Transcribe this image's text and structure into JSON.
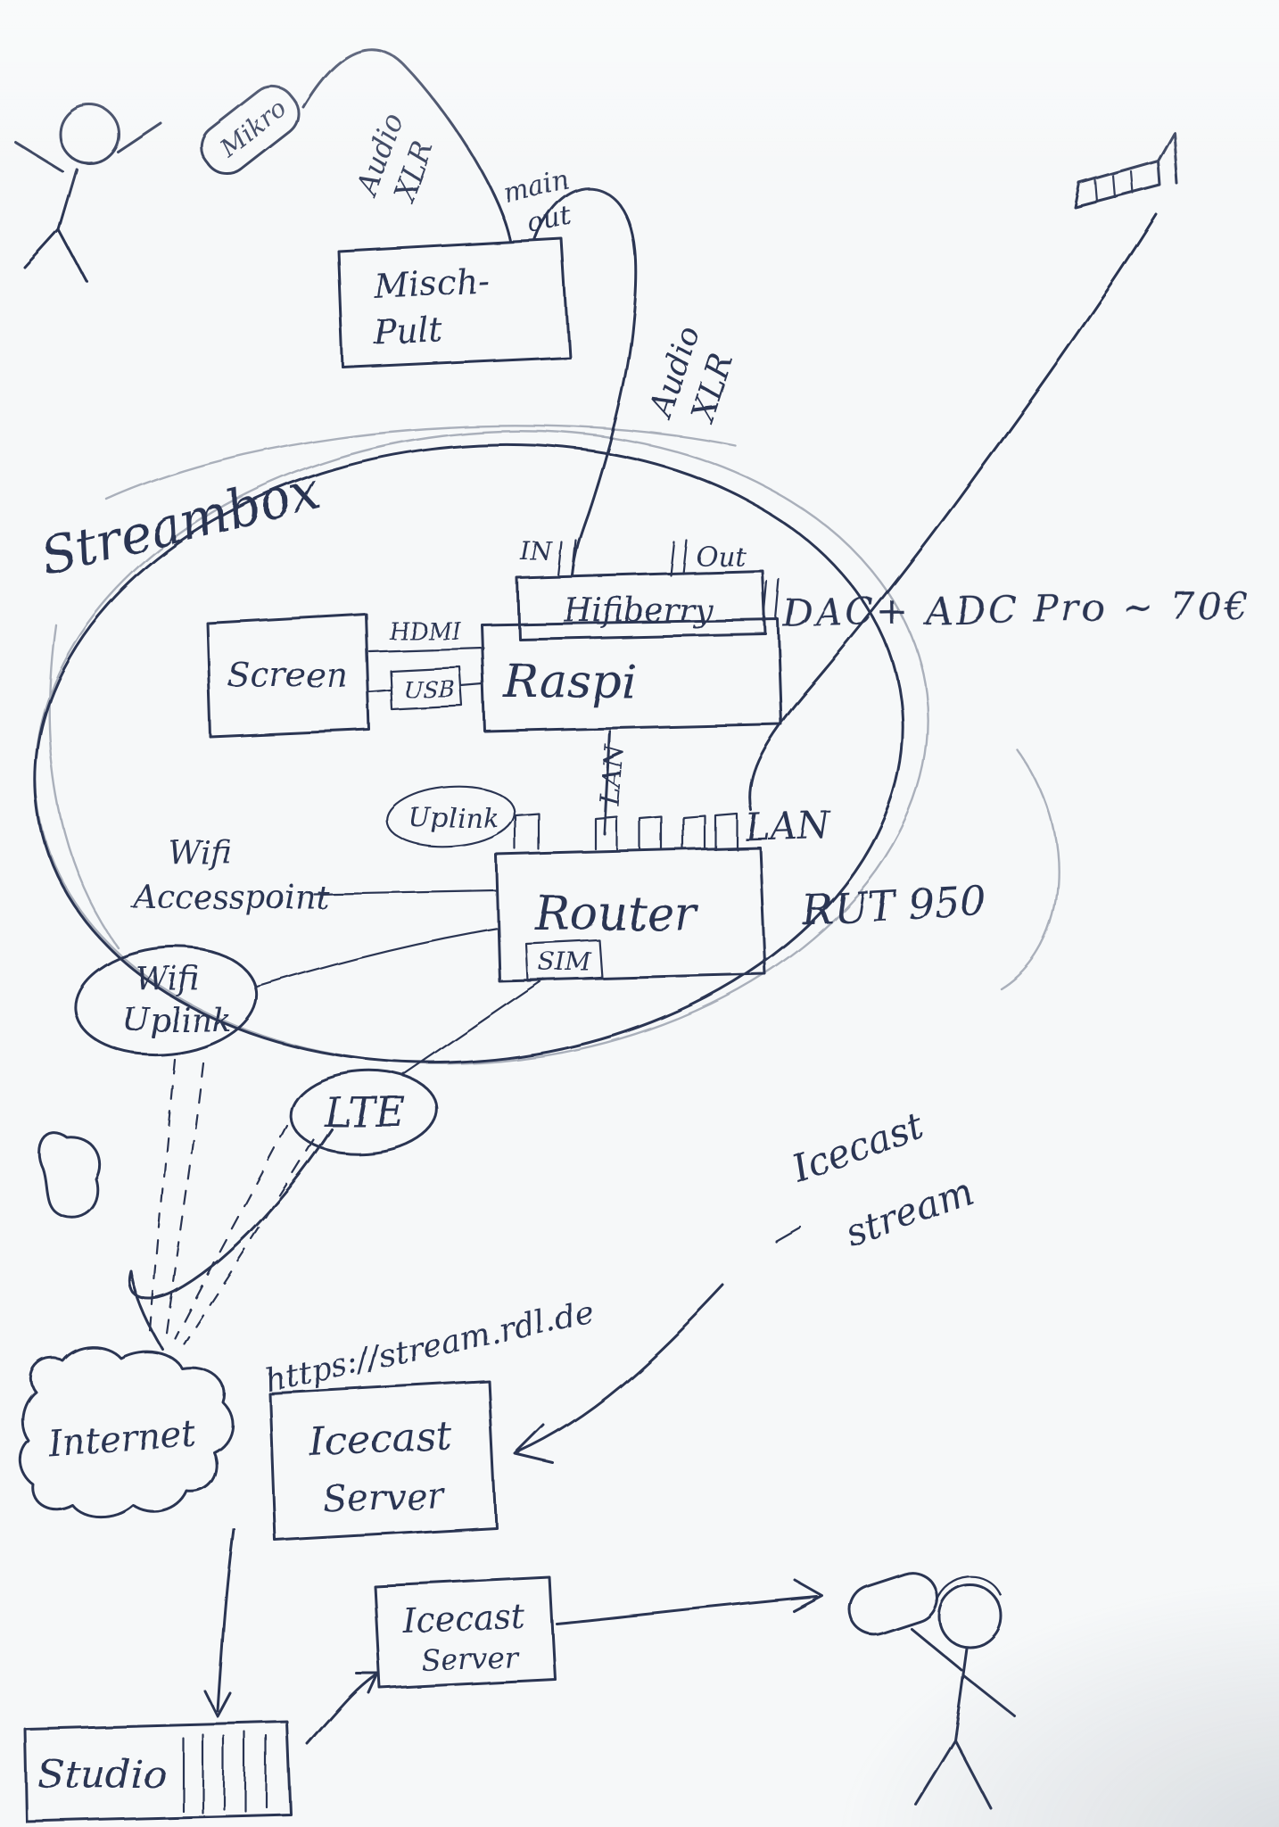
{
  "colors": {
    "ink": "#2c3552",
    "pencil": "#aab0bb",
    "paper": "#f6f8f9"
  },
  "labels": {
    "mikro": "Mikro",
    "audio_xlr_1_line1": "Audio",
    "audio_xlr_1_line2": "XLR",
    "mischpult_line1": "Misch-",
    "mischpult_line2": "Pult",
    "main_out_line1": "main",
    "main_out_line2": "out",
    "audio_xlr_2_line1": "Audio",
    "audio_xlr_2_line2": "XLR",
    "streambox": "Streambox",
    "hifiberry_in": "IN",
    "hifiberry_out": "Out",
    "hifiberry": "Hifiberry",
    "dac_note": "DAC+ ADC Pro ~ 70€",
    "screen": "Screen",
    "hdmi": "HDMI",
    "usb": "USB",
    "raspi": "Raspi",
    "lan_cable": "LAN",
    "uplink": "Uplink",
    "lan_ports": "LAN",
    "router": "Router",
    "sim": "SIM",
    "rut950": "RUT 950",
    "wifi_ap_line1": "Wifi",
    "wifi_ap_line2": "Accesspoint",
    "wifi_uplink_line1": "Wifi",
    "wifi_uplink_line2": "Uplink",
    "lte": "LTE",
    "icecast_stream_line1": "Icecast",
    "icecast_stream_line2": "stream",
    "internet": "Internet",
    "stream_url": "https://stream.rdl.de",
    "icecast1_line1": "Icecast",
    "icecast1_line2": "Server",
    "icecast2_line1": "Icecast",
    "icecast2_line2": "Server",
    "studio": "Studio"
  }
}
